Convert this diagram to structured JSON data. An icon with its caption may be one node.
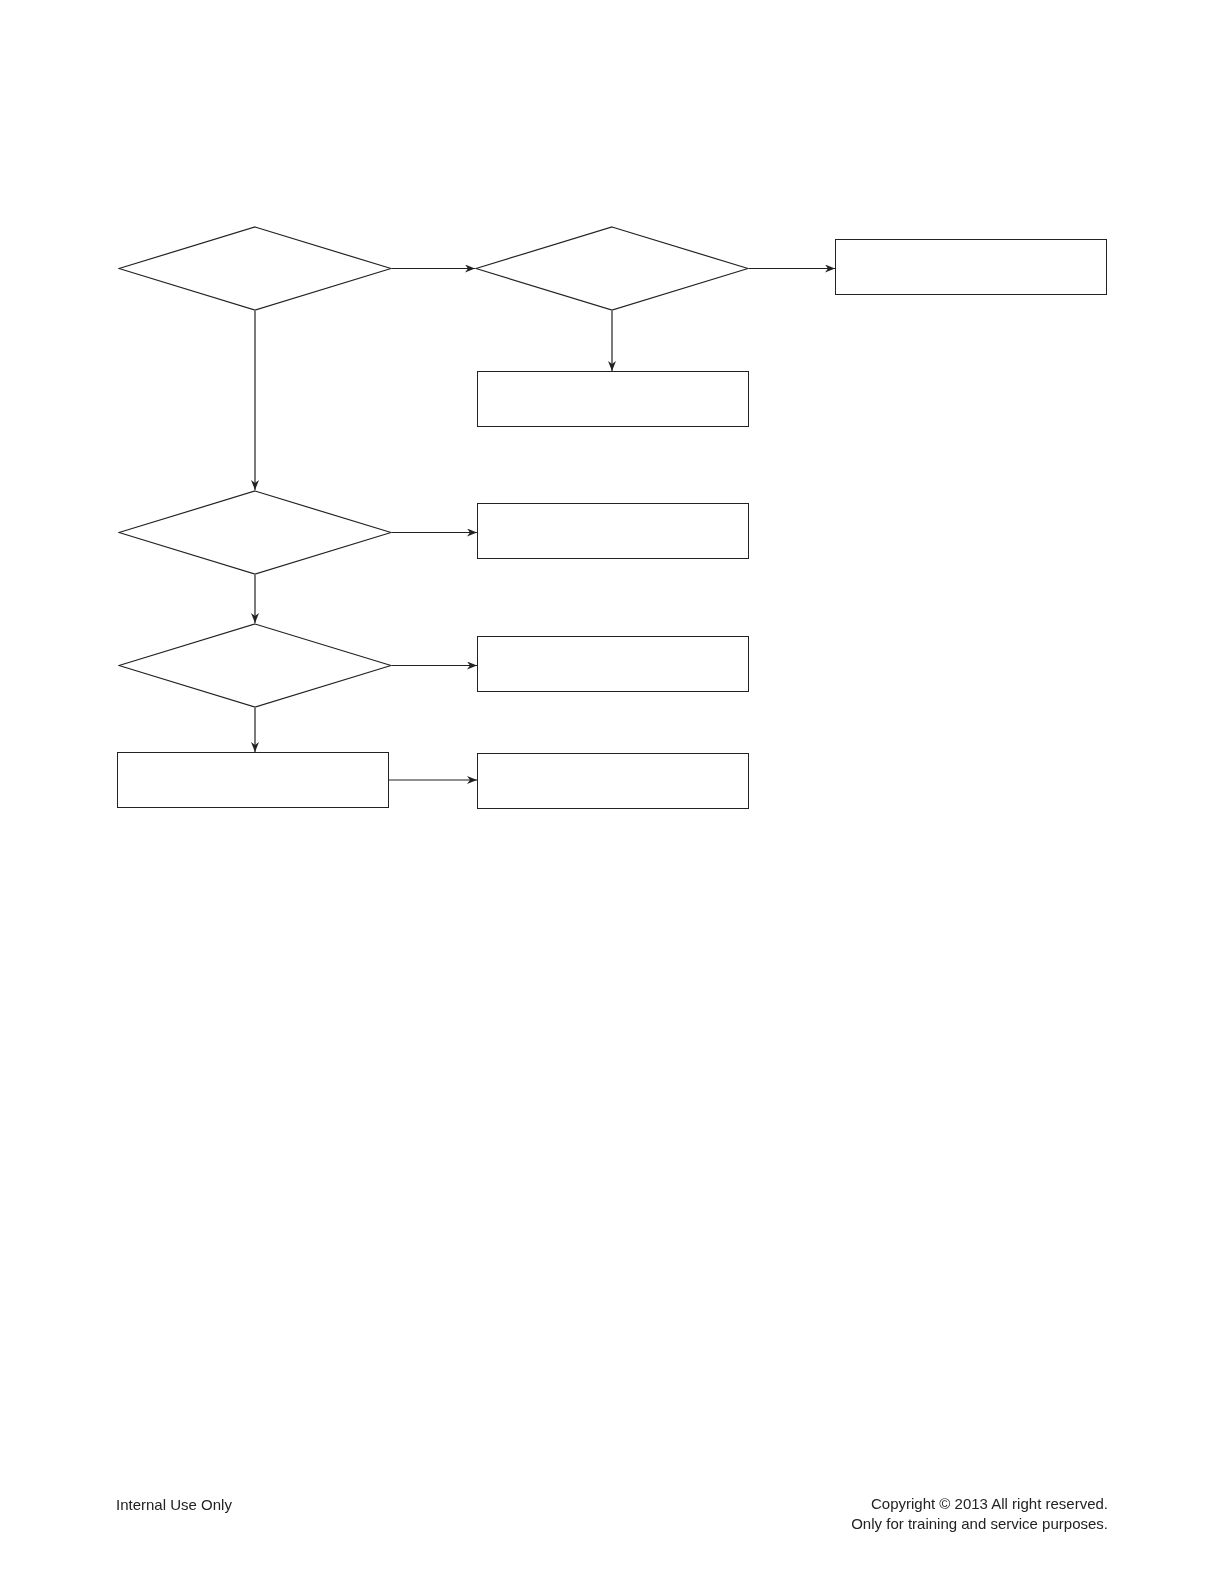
{
  "diagram": {
    "nodes": [
      {
        "text": [],
        "shape": "diamond"
      },
      {
        "text": [],
        "shape": "diamond"
      },
      {
        "text": [],
        "shape": "box"
      },
      {
        "text": [],
        "shape": "box"
      },
      {
        "text": [],
        "shape": "diamond"
      },
      {
        "text": [],
        "shape": "box"
      },
      {
        "text": [],
        "shape": "diamond"
      },
      {
        "text": [],
        "shape": "box"
      },
      {
        "text": [],
        "shape": "box"
      },
      {
        "text": [],
        "shape": "box"
      }
    ],
    "edges": [
      {
        "from": 0,
        "to": 1,
        "arrow": "to"
      },
      {
        "from": 1,
        "to": 2,
        "arrow": "to"
      },
      {
        "from": 1,
        "to": 3,
        "arrow": "to"
      },
      {
        "from": 0,
        "to": 4,
        "arrow": "to"
      },
      {
        "from": 4,
        "to": 5,
        "arrow": "to"
      },
      {
        "from": 4,
        "to": 6,
        "arrow": "to"
      },
      {
        "from": 6,
        "to": 7,
        "arrow": "to"
      },
      {
        "from": 6,
        "to": 8,
        "arrow": "to"
      },
      {
        "from": 8,
        "to": 9,
        "arrow": "to"
      }
    ],
    "labels": [
      "Internal Use Only",
      "Copyright © 2013 All right reserved.",
      "Only for training and service purposes."
    ]
  }
}
